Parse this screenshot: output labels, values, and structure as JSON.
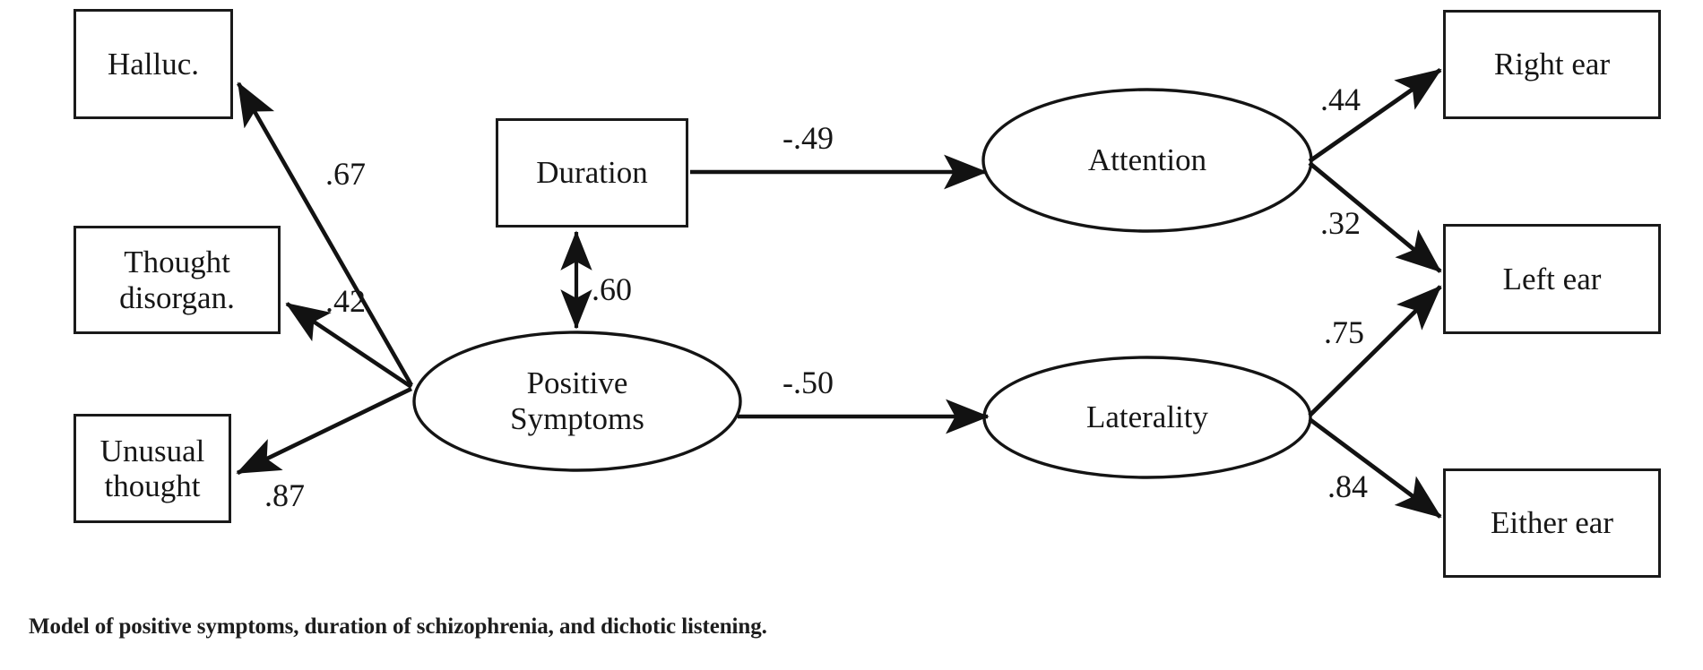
{
  "figure": {
    "caption": "Model of positive symptoms, duration of schizophrenia, and dichotic listening.",
    "background_color": "#ffffff",
    "stroke_color": "#1a1a1a",
    "text_color": "#161616"
  },
  "nodes": {
    "observed": [
      {
        "id": "halluc",
        "label": "Halluc."
      },
      {
        "id": "thought-disorgan",
        "label": "Thought\ndisorgan."
      },
      {
        "id": "unusual-thought",
        "label": "Unusual\nthought"
      },
      {
        "id": "duration",
        "label": "Duration"
      },
      {
        "id": "right-ear",
        "label": "Right ear"
      },
      {
        "id": "left-ear",
        "label": "Left ear"
      },
      {
        "id": "either-ear",
        "label": "Either ear"
      }
    ],
    "latent": [
      {
        "id": "positive-symptoms",
        "label": "Positive\nSymptoms"
      },
      {
        "id": "attention",
        "label": "Attention"
      },
      {
        "id": "laterality",
        "label": "Laterality"
      }
    ]
  },
  "edges": [
    {
      "id": "ps-to-halluc",
      "from": "positive-symptoms",
      "to": "halluc",
      "coefficient": ".67",
      "arrow": "single"
    },
    {
      "id": "ps-to-thought-disorgan",
      "from": "positive-symptoms",
      "to": "thought-disorgan",
      "coefficient": ".42",
      "arrow": "single"
    },
    {
      "id": "ps-to-unusual-thought",
      "from": "positive-symptoms",
      "to": "unusual-thought",
      "coefficient": ".87",
      "arrow": "single"
    },
    {
      "id": "ps-with-duration",
      "from": "positive-symptoms",
      "to": "duration",
      "coefficient": ".60",
      "arrow": "double"
    },
    {
      "id": "duration-to-attention",
      "from": "duration",
      "to": "attention",
      "coefficient": "-.49",
      "arrow": "single"
    },
    {
      "id": "ps-to-laterality",
      "from": "positive-symptoms",
      "to": "laterality",
      "coefficient": "-.50",
      "arrow": "single"
    },
    {
      "id": "attention-to-right-ear",
      "from": "attention",
      "to": "right-ear",
      "coefficient": ".44",
      "arrow": "single"
    },
    {
      "id": "attention-to-left-ear",
      "from": "attention",
      "to": "left-ear",
      "coefficient": ".32",
      "arrow": "single"
    },
    {
      "id": "laterality-to-left-ear",
      "from": "laterality",
      "to": "left-ear",
      "coefficient": ".75",
      "arrow": "single"
    },
    {
      "id": "laterality-to-either-ear",
      "from": "laterality",
      "to": "either-ear",
      "coefficient": ".84",
      "arrow": "single"
    }
  ]
}
